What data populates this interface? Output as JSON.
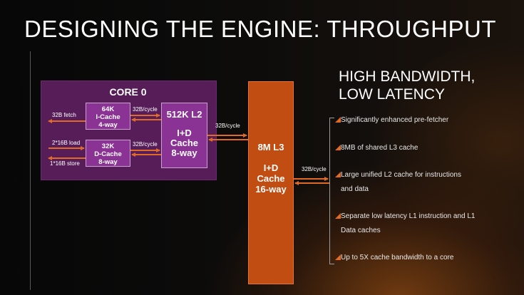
{
  "slide": {
    "title": "DESIGNING THE ENGINE: THROUGHPUT"
  },
  "diagram": {
    "core_title": "CORE 0",
    "icache": {
      "l1": "64K",
      "l2": "I-Cache",
      "l3": "4-way"
    },
    "dcache": {
      "l1": "32K",
      "l2": "D-Cache",
      "l3": "8-way"
    },
    "l2": {
      "header": "512K L2",
      "l1": "I+D",
      "l2": "Cache",
      "l3": "8-way"
    },
    "l3": {
      "header": "8M L3",
      "l1": "I+D",
      "l2": "Cache",
      "l3": "16-way"
    },
    "labels": {
      "fetch": "32B fetch",
      "icache_bw": "32B/cycle",
      "load": "2*16B load",
      "store": "1*16B store",
      "dcache_bw": "32B/cycle",
      "l2_l3_bw": "32B/cycle",
      "l3_out_bw": "32B/cycle"
    },
    "colors": {
      "core": "#571d59",
      "cache_box": "#8a3395",
      "l3": "#c24d12",
      "arrow": "#e06a28"
    }
  },
  "panel": {
    "heading_line1": "HIGH BANDWIDTH,",
    "heading_line2": "LOW LATENCY",
    "bullets": [
      {
        "line1": "Significantly enhanced pre-fetcher",
        "line2": ""
      },
      {
        "line1": "8MB of shared L3 cache",
        "line2": ""
      },
      {
        "line1": "Large unified L2 cache for instructions",
        "line2": "and data"
      },
      {
        "line1": "Separate low latency  L1 instruction and L1",
        "line2": "Data caches"
      },
      {
        "line1": "Up to 5X cache bandwidth to a core",
        "line2": ""
      }
    ]
  }
}
